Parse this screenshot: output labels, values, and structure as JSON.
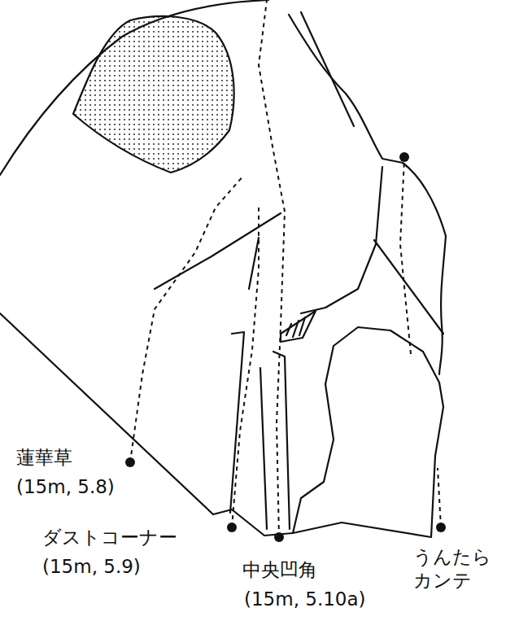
{
  "diagram": {
    "labels": [
      "蓮華草",
      "(15m, 5.8)",
      "ダストコーナー",
      "(15m, 5.9)",
      "中央凹角",
      "(15m, 5.10a)",
      "うんたら カンテ"
    ]
  }
}
